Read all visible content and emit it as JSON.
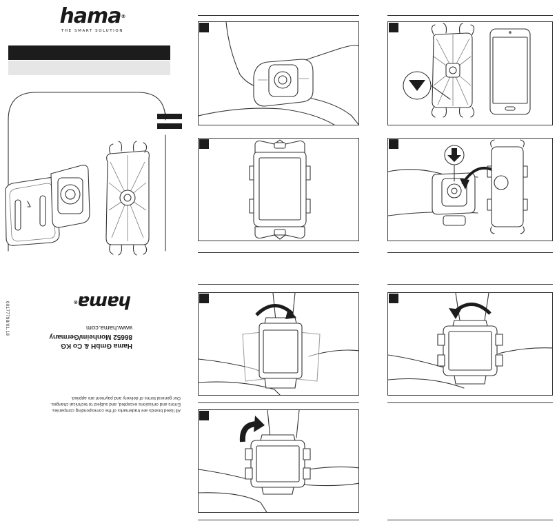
{
  "brand": {
    "name": "hama",
    "registered": "®",
    "tagline": "THE SMART SOLUTION"
  },
  "back_cover": {
    "legal_lines": [
      "All listed brands are trademarks of the corresponding companies.",
      "Errors and omissions excepted, and subject to technical changes.",
      "Our general terms of delivery and payment are applied."
    ],
    "company": "Hama GmbH & Co KG",
    "address": "86652 Monheim/Germany",
    "website": "www.hama.com",
    "doc_code": "00177798/01.18"
  },
  "steps": [
    {
      "id": "step-1",
      "image": "armband-on-upper-arm"
    },
    {
      "id": "step-2",
      "image": "holder-and-smartphone-with-arrow-callout"
    },
    {
      "id": "step-3",
      "image": "holder-front-view"
    },
    {
      "id": "step-4",
      "image": "attach-holder-to-armband-mount"
    },
    {
      "id": "step-5",
      "image": "rotate-holder-on-arm"
    },
    {
      "id": "step-6",
      "image": "rotate-holder-reverse"
    },
    {
      "id": "step-7",
      "image": "rotate-holder-side-view"
    }
  ]
}
